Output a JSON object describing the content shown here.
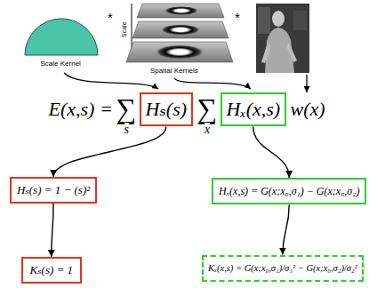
{
  "diagram": {
    "nodes": [
      {
        "text": [
          "Hₛ(s)"
        ]
      },
      {
        "text": [
          "Hₓ(x,s)"
        ]
      },
      {
        "text": [
          "Hₛ(s) = 1 − (s)²"
        ]
      },
      {
        "text": [
          "Hₓ(x,s) = G(x;x₀,σ₁) − G(x;x₀,σ₂)"
        ]
      },
      {
        "text": [
          "Kₛ(s) = 1"
        ]
      },
      {
        "text": [
          "Kₓ(x,s) = G(x;x₀,σ₁)/σ₁² − G(x;x₀,σ₂)/σ₂²"
        ]
      }
    ],
    "edges": [
      {
        "from": 0,
        "to": 2,
        "arrow": "to"
      },
      {
        "from": 1,
        "to": 3,
        "arrow": "to"
      },
      {
        "from": 2,
        "to": 4,
        "arrow": "to"
      },
      {
        "from": 3,
        "to": 5,
        "arrow": "to"
      }
    ],
    "labels": [
      "Scale Kernel",
      "*",
      "Scale",
      "Spatial Kernels",
      "*",
      "E(x,s) =",
      "∑",
      "s",
      "∑",
      "x",
      "w(x)"
    ]
  }
}
